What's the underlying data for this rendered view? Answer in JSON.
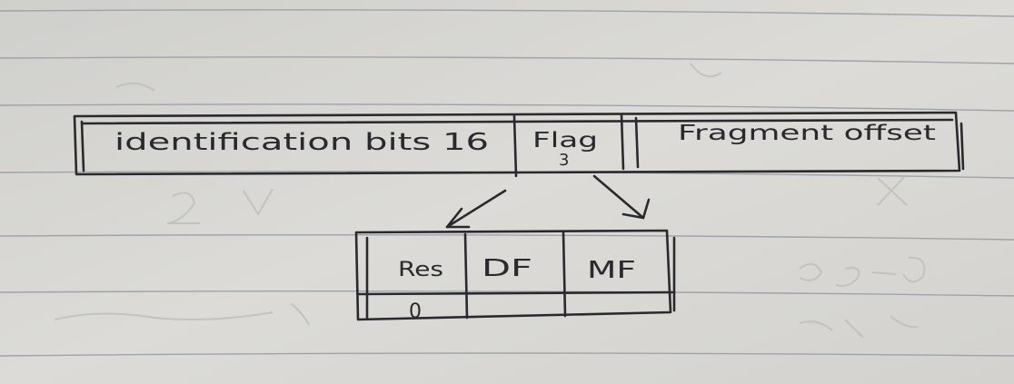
{
  "diagram": {
    "header_row": {
      "identification": "identification bits 16",
      "flag": "Flag",
      "flag_bits": "3",
      "fragment_offset": "Fragment offset"
    },
    "flag_breakdown": {
      "res": "Res",
      "res_value": "0",
      "df": "DF",
      "mf": "MF"
    },
    "ink_color": "#2a2a2e",
    "paper_color": "#d9d8d4",
    "rule_color": "#9ea3ab"
  }
}
